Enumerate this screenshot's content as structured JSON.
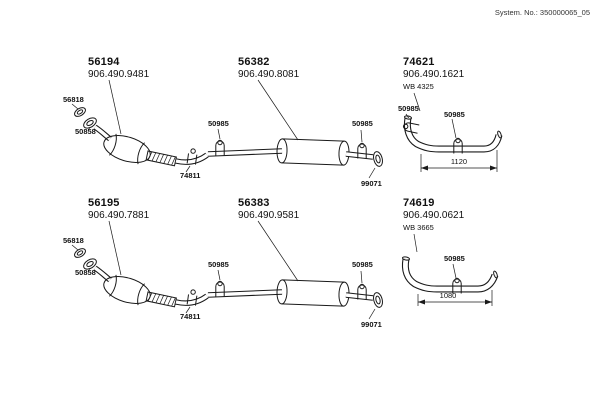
{
  "meta": {
    "system_no": "System. No.: 350000065_05"
  },
  "rows": [
    {
      "cat_part": "56194",
      "cat_oem": "906.490.9481",
      "gasket": "56818",
      "seal_ring": "50858",
      "front_clamp": "74811",
      "mid_clamp": "50985",
      "muffler_part": "56382",
      "muffler_oem": "906.490.8081",
      "rear_clamp": "50985",
      "flange": "99071",
      "tail_part": "74621",
      "tail_oem": "906.490.1621",
      "tail_wb": "WB 4325",
      "tail_clamp_a": "50985",
      "tail_clamp_b": "50985",
      "tail_length": "1120"
    },
    {
      "cat_part": "56195",
      "cat_oem": "906.490.7881",
      "gasket": "56818",
      "seal_ring": "50858",
      "front_clamp": "74811",
      "mid_clamp": "50985",
      "muffler_part": "56383",
      "muffler_oem": "906.490.9581",
      "rear_clamp": "50985",
      "flange": "99071",
      "tail_part": "74619",
      "tail_oem": "906.490.0621",
      "tail_wb": "WB 3665",
      "tail_clamp_a": "50985",
      "tail_length": "1080"
    }
  ]
}
